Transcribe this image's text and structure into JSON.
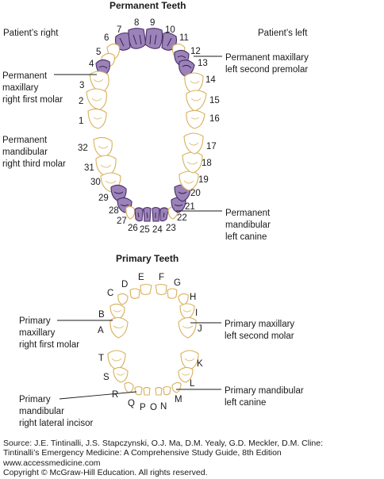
{
  "titles": {
    "permanent": "Permanent Teeth",
    "primary": "Primary Teeth"
  },
  "sides": {
    "patient_right": "Patient’s right",
    "patient_left": "Patient’s left"
  },
  "permanent_numbers": {
    "n1": "1",
    "n2": "2",
    "n3": "3",
    "n4": "4",
    "n5": "5",
    "n6": "6",
    "n7": "7",
    "n8": "8",
    "n9": "9",
    "n10": "10",
    "n11": "11",
    "n12": "12",
    "n13": "13",
    "n14": "14",
    "n15": "15",
    "n16": "16",
    "n17": "17",
    "n18": "18",
    "n19": "19",
    "n20": "20",
    "n21": "21",
    "n22": "22",
    "n23": "23",
    "n24": "24",
    "n25": "25",
    "n26": "26",
    "n27": "27",
    "n28": "28",
    "n29": "29",
    "n30": "30",
    "n31": "31",
    "n32": "32"
  },
  "primary_letters": {
    "A": "A",
    "B": "B",
    "C": "C",
    "D": "D",
    "E": "E",
    "F": "F",
    "G": "G",
    "H": "H",
    "I": "I",
    "J": "J",
    "K": "K",
    "L": "L",
    "M": "M",
    "N": "N",
    "O": "O",
    "P": "P",
    "Q": "Q",
    "R": "R",
    "S": "S",
    "T": "T"
  },
  "permanent_labels": {
    "maxillary_right_first_molar": [
      "Permanent",
      "maxillary",
      "right first molar"
    ],
    "mandibular_right_third_molar": [
      "Permanent",
      "mandibular",
      "right third molar"
    ],
    "maxillary_left_second_premolar": [
      "Permanent maxillary",
      "left second premolar"
    ],
    "mandibular_left_canine": [
      "Permanent",
      "mandibular",
      "left canine"
    ]
  },
  "primary_labels": {
    "maxillary_right_first_molar": [
      "Primary",
      "maxillary",
      "right first molar"
    ],
    "mandibular_right_lateral_incisor": [
      "Primary",
      "mandibular",
      "right lateral incisor"
    ],
    "maxillary_left_second_molar": [
      "Primary maxillary",
      "left second molar"
    ],
    "mandibular_left_canine": [
      "Primary mandibular",
      "left canine"
    ]
  },
  "footer": {
    "line1": "Source: J.E. Tintinalli, J.S. Stapczynski, O.J. Ma, D.M. Yealy, G.D. Meckler, D.M. Cline:",
    "line2": "Tintinalli’s Emergency Medicine: A Comprehensive Study Guide, 8th Edition",
    "line3": "www.accessmedicine.com",
    "line4": "Copyright © McGraw-Hill Education.  All rights reserved."
  },
  "colors": {
    "highlight_fill": "#9b82b8",
    "highlight_outline": "#4a2f68",
    "tooth_outline": "#d8b15a"
  }
}
